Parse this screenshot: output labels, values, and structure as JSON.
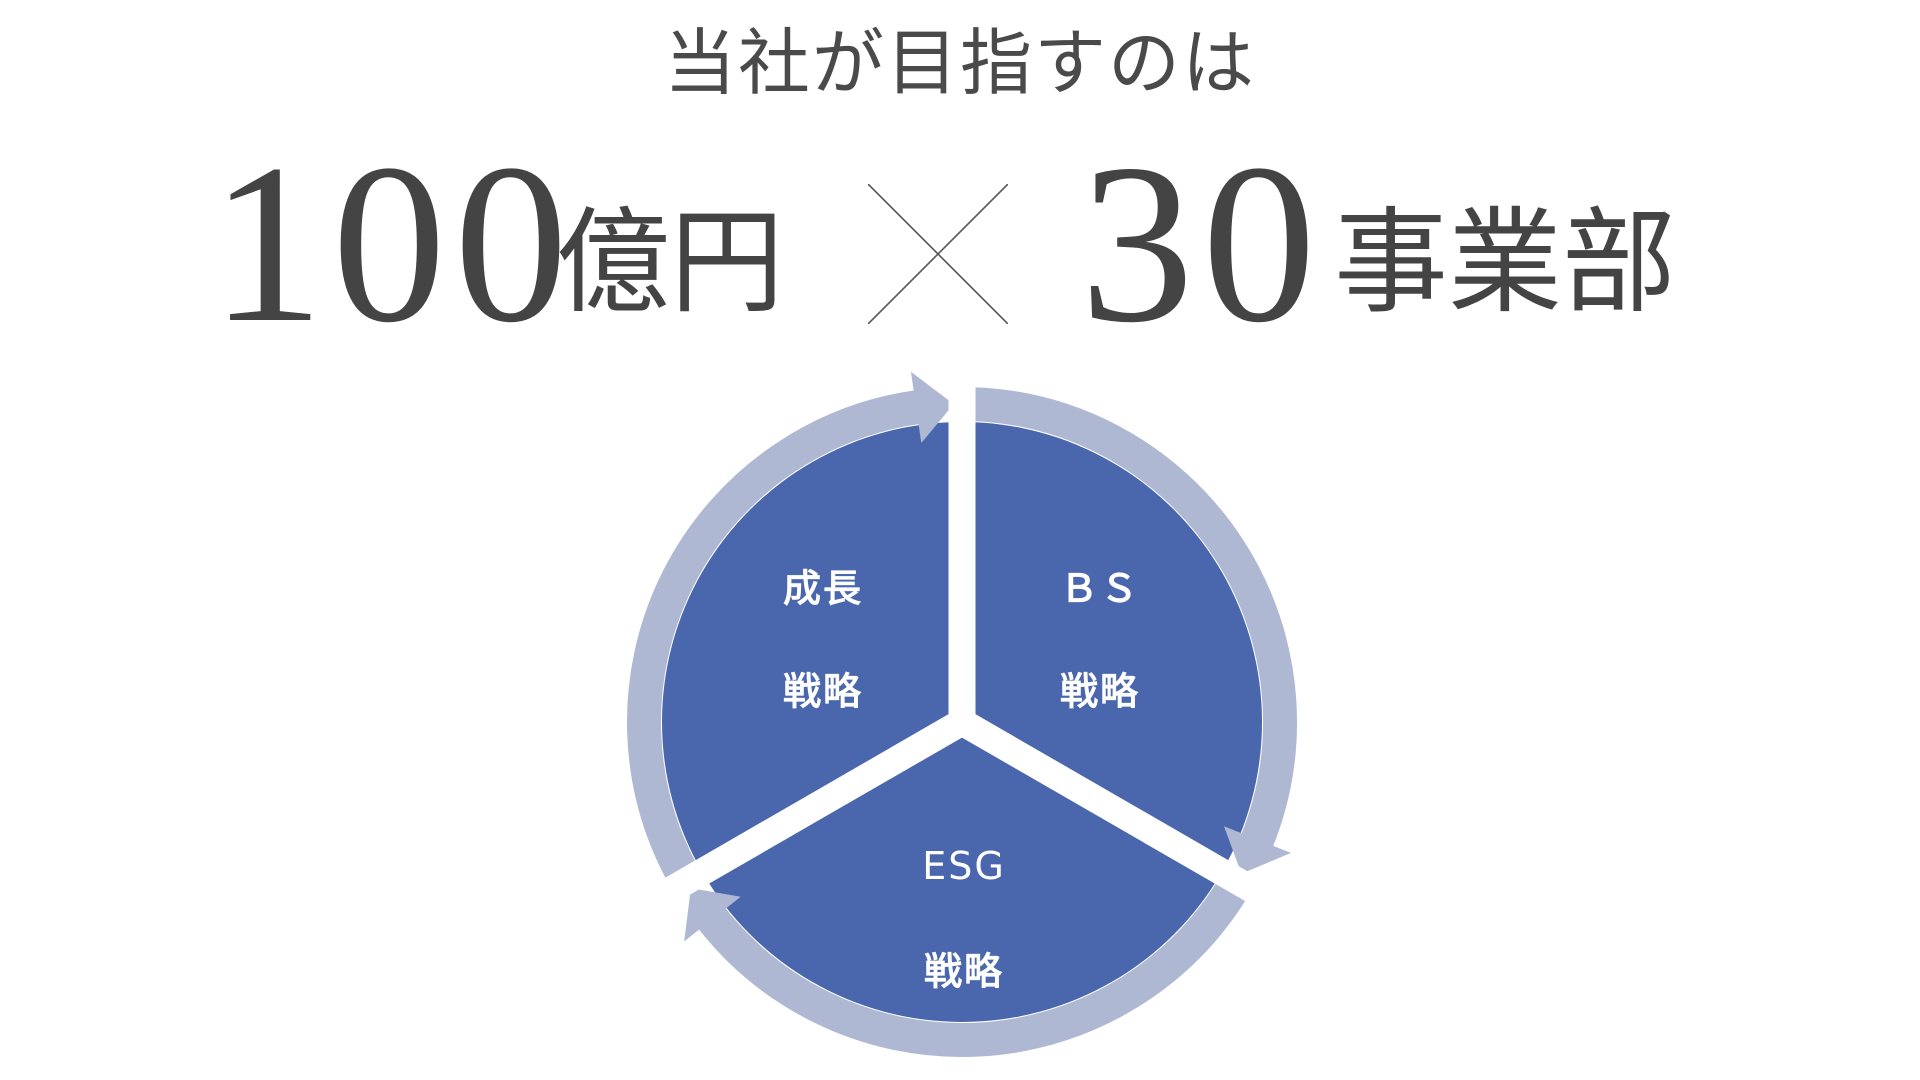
{
  "headline": "当社が目指すのは",
  "goal": {
    "amount": "100",
    "amount_unit": "億円",
    "operator": "×",
    "count": "30",
    "count_unit": "事業部"
  },
  "cycle": {
    "colors": {
      "segment": "#4A67AD",
      "ring": "#AFB8D3",
      "text": "#444444"
    },
    "segments": [
      {
        "line1": "成長",
        "line2": "戦略"
      },
      {
        "line1": "ＢＳ",
        "line2": "戦略"
      },
      {
        "line1": "ESG",
        "line2": "戦略"
      }
    ]
  }
}
